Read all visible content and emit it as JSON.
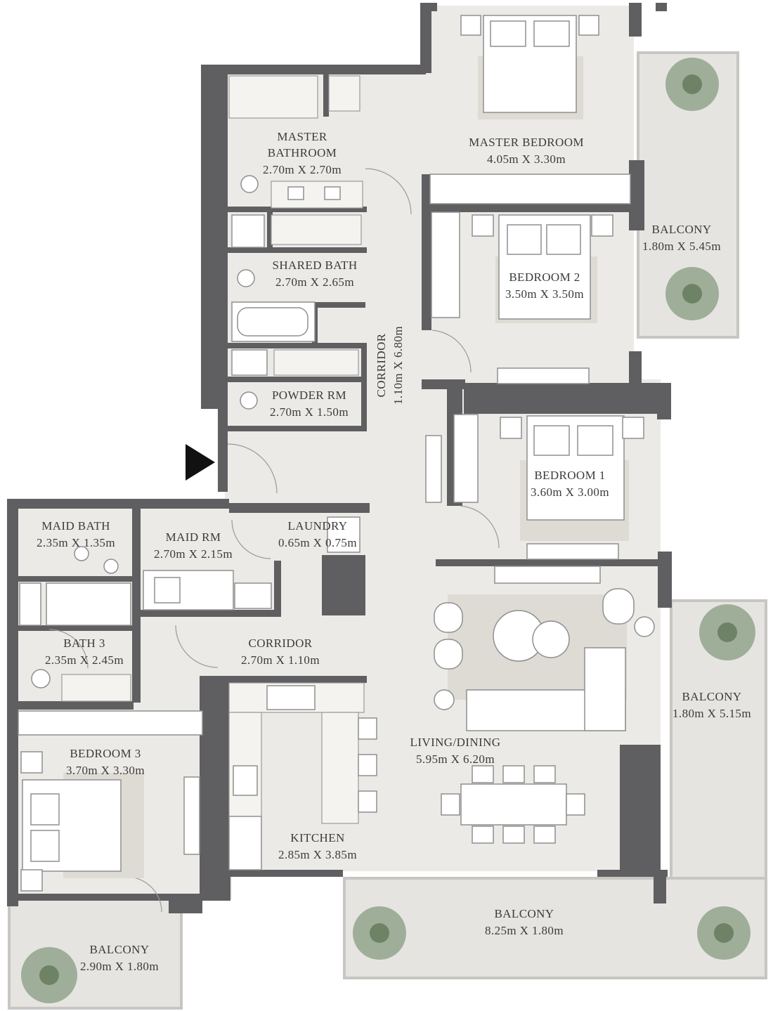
{
  "rooms": {
    "master_bedroom": {
      "name": "MASTER BEDROOM",
      "size": "4.05m X 3.30m"
    },
    "master_bathroom": {
      "name1": "MASTER",
      "name2": "BATHROOM",
      "size": "2.70m X 2.70m"
    },
    "balcony_right_top": {
      "name": "BALCONY",
      "size": "1.80m X 5.45m"
    },
    "shared_bath": {
      "name": "SHARED BATH",
      "size": "2.70m X 2.65m"
    },
    "bedroom_2": {
      "name": "BEDROOM 2",
      "size": "3.50m X 3.50m"
    },
    "corridor_main": {
      "name": "CORRIDOR",
      "size": "1.10m X 6.80m"
    },
    "powder_rm": {
      "name": "POWDER RM",
      "size": "2.70m X 1.50m"
    },
    "bedroom_1": {
      "name": "BEDROOM 1",
      "size": "3.60m X 3.00m"
    },
    "maid_bath": {
      "name": "MAID BATH",
      "size": "2.35m X 1.35m"
    },
    "maid_rm": {
      "name": "MAID RM",
      "size": "2.70m X 2.15m"
    },
    "laundry": {
      "name": "LAUNDRY",
      "size": "0.65m X 0.75m"
    },
    "bath_3": {
      "name": "BATH  3",
      "size": "2.35m X 2.45m"
    },
    "corridor_lower": {
      "name": "CORRIDOR",
      "size": "2.70m X 1.10m"
    },
    "balcony_right_bottom": {
      "name": "BALCONY",
      "size": "1.80m X 5.15m"
    },
    "living_dining": {
      "name": "LIVING/DINING",
      "size": "5.95m X 6.20m"
    },
    "bedroom_3": {
      "name": "BEDROOM 3",
      "size": "3.70m X 3.30m"
    },
    "kitchen": {
      "name": "KITCHEN",
      "size": "2.85m X 3.85m"
    },
    "balcony_bottom": {
      "name": "BALCONY",
      "size": "8.25m X 1.80m"
    },
    "balcony_bottom_left": {
      "name": "BALCONY",
      "size": "2.90m X 1.80m"
    }
  },
  "icons": {
    "entrance": "entrance-arrow-icon",
    "plant": "plant-icon",
    "bed": "bed-icon",
    "toilet": "toilet-icon",
    "sink": "sink-icon",
    "bathtub": "bathtub-icon",
    "stove": "stove-icon",
    "sofa": "sofa-icon",
    "dining_table": "dining-table-icon"
  },
  "colors": {
    "wall": "#5f5f61",
    "floor": "#eceae6",
    "balcony": "#e6e4e0",
    "plant": "#9fae99",
    "text": "#3b3b3b"
  }
}
